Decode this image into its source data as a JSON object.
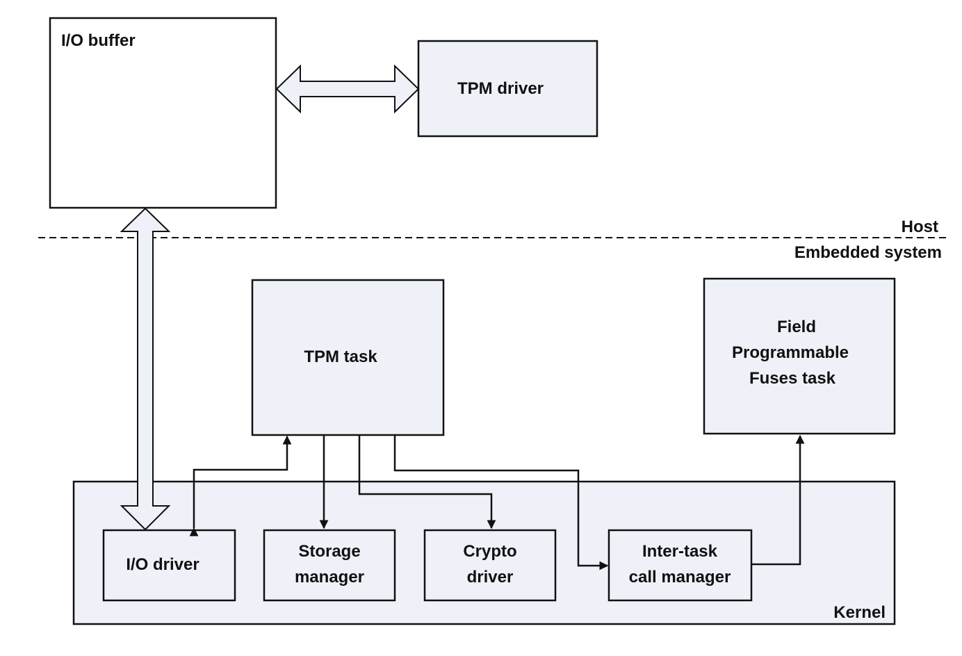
{
  "colors": {
    "stroke": "#111111",
    "box_fill": "#eff1f8",
    "plain_fill": "#ffffff"
  },
  "labels": {
    "io_buffer": "I/O buffer",
    "tpm_driver": "TPM driver",
    "host": "Host",
    "embedded_system": "Embedded system",
    "tpm_task": "TPM task",
    "fpf_task_line1": "Field",
    "fpf_task_line2": "Programmable",
    "fpf_task_line3": "Fuses task",
    "io_driver": "I/O driver",
    "storage_manager_line1": "Storage",
    "storage_manager_line2": "manager",
    "crypto_driver_line1": "Crypto",
    "crypto_driver_line2": "driver",
    "inter_task_line1": "Inter-task",
    "inter_task_line2": "call manager",
    "kernel": "Kernel"
  }
}
